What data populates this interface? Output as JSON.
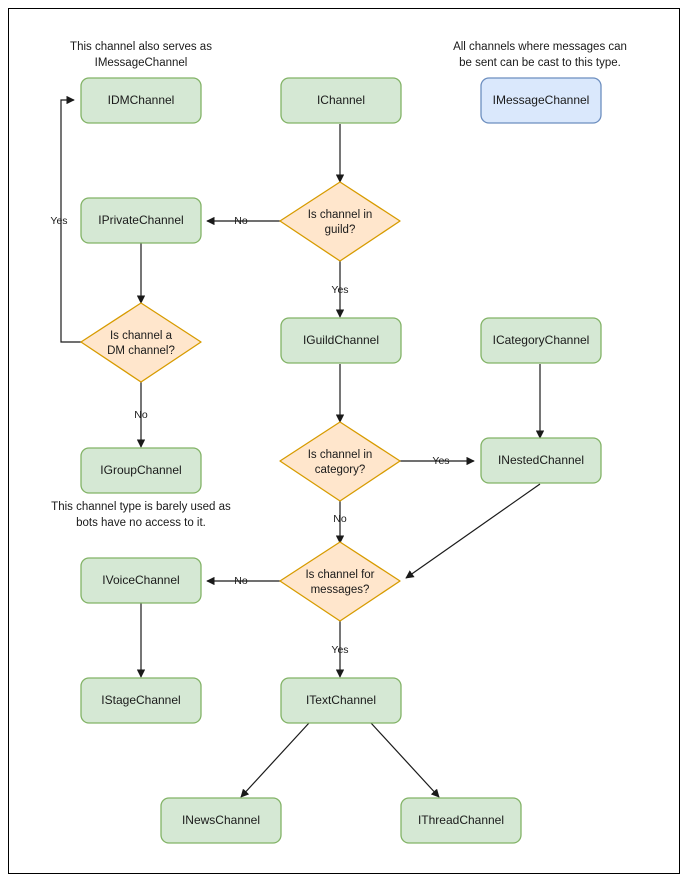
{
  "diagram": {
    "type": "flowchart",
    "title": "Discord channel interface decision flowchart",
    "colors": {
      "green_fill": "#d5e8d4",
      "green_stroke": "#82b366",
      "blue_fill": "#dae8fc",
      "blue_stroke": "#6c8ebf",
      "orange_fill": "#ffe6cc",
      "orange_stroke": "#d79b00",
      "edge": "#1a1a1a",
      "frame": "#000000",
      "background": "#ffffff"
    },
    "notes": [
      {
        "id": "note-dm",
        "line1": "This channel also serves as",
        "line2": "IMessageChannel"
      },
      {
        "id": "note-message",
        "line1": "All channels where messages can",
        "line2": "be sent can be cast to this type."
      },
      {
        "id": "note-group",
        "line1": "This channel type is barely used as",
        "line2": "bots have no access to it."
      }
    ],
    "nodes": [
      {
        "id": "idmchannel",
        "label": "IDMChannel",
        "shape": "rounded-rect",
        "color": "green"
      },
      {
        "id": "ichannel",
        "label": "IChannel",
        "shape": "rounded-rect",
        "color": "green"
      },
      {
        "id": "imessagechannel",
        "label": "IMessageChannel",
        "shape": "rounded-rect",
        "color": "blue"
      },
      {
        "id": "iprivatechannel",
        "label": "IPrivateChannel",
        "shape": "rounded-rect",
        "color": "green"
      },
      {
        "id": "igroupchannel",
        "label": "IGroupChannel",
        "shape": "rounded-rect",
        "color": "green"
      },
      {
        "id": "iguildchannel",
        "label": "IGuildChannel",
        "shape": "rounded-rect",
        "color": "green"
      },
      {
        "id": "icategorychannel",
        "label": "ICategoryChannel",
        "shape": "rounded-rect",
        "color": "green"
      },
      {
        "id": "inestedchannel",
        "label": "INestedChannel",
        "shape": "rounded-rect",
        "color": "green"
      },
      {
        "id": "ivoicechannel",
        "label": "IVoiceChannel",
        "shape": "rounded-rect",
        "color": "green"
      },
      {
        "id": "istagechannel",
        "label": "IStageChannel",
        "shape": "rounded-rect",
        "color": "green"
      },
      {
        "id": "itextchannel",
        "label": "ITextChannel",
        "shape": "rounded-rect",
        "color": "green"
      },
      {
        "id": "inewschannel",
        "label": "INewsChannel",
        "shape": "rounded-rect",
        "color": "green"
      },
      {
        "id": "ithreadchannel",
        "label": "IThreadChannel",
        "shape": "rounded-rect",
        "color": "green"
      }
    ],
    "decisions": [
      {
        "id": "is-in-guild",
        "line1": "Is channel in",
        "line2": "guild?"
      },
      {
        "id": "is-dm-channel",
        "line1": "Is channel a",
        "line2": "DM channel?"
      },
      {
        "id": "is-in-category",
        "line1": "Is channel in",
        "line2": "category?"
      },
      {
        "id": "is-for-messages",
        "line1": "Is channel for",
        "line2": "messages?"
      }
    ],
    "edge_labels": {
      "guild_no": "No",
      "guild_yes": "Yes",
      "dm_yes": "Yes",
      "dm_no": "No",
      "category_yes": "Yes",
      "category_no": "No",
      "messages_no": "No",
      "messages_yes": "Yes"
    }
  }
}
